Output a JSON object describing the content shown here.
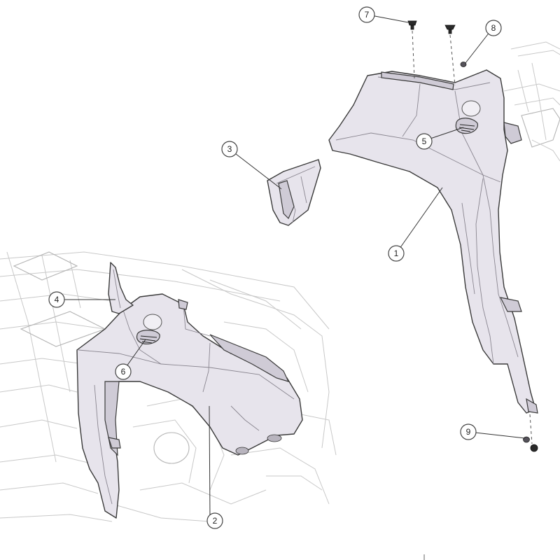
{
  "callouts": [
    {
      "id": "1",
      "label": "1"
    },
    {
      "id": "2",
      "label": "2"
    },
    {
      "id": "3",
      "label": "3"
    },
    {
      "id": "4",
      "label": "4"
    },
    {
      "id": "5",
      "label": "5"
    },
    {
      "id": "6",
      "label": "6"
    },
    {
      "id": "7",
      "label": "7"
    },
    {
      "id": "8",
      "label": "8"
    },
    {
      "id": "9",
      "label": "9"
    }
  ],
  "colors": {
    "panel_fill": "#e7e4ec",
    "outline": "#3a3a3a",
    "ghost_lines": "#c8c8c8"
  }
}
